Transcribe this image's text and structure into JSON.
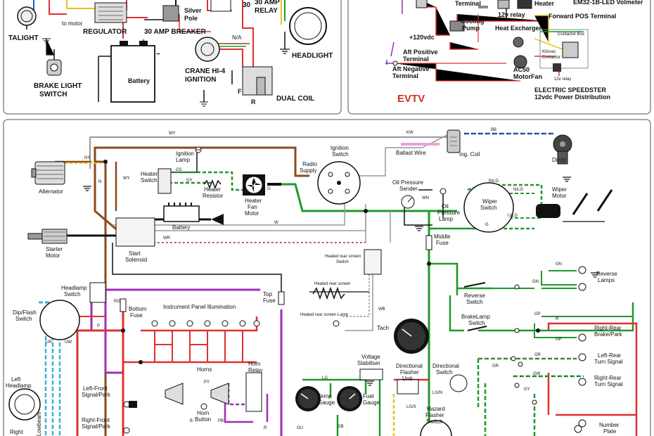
{
  "top_left": {
    "taillight": "TALIGHT",
    "to_motor": "to motor",
    "regulator": "REGULATOR",
    "breaker": "30 AMP BREAKER",
    "silver_pole": "Silver\nPole",
    "relay_30": "30",
    "relay": "30 AMP\nRELAY",
    "battery": "Battery",
    "plus": "+",
    "minus": "−",
    "headlight": "HEADLIGHT",
    "brake_light_switch": "BRAKE LIGHT\nSWITCH",
    "crane_ignition": "CRANE HI-4\nIGNITION",
    "dual_coil": "DUAL COIL",
    "na": "N/A",
    "f": "F",
    "r": "R"
  },
  "top_right": {
    "terminal": "Terminal",
    "heater": "Heater",
    "volmeter": "EM32-1B-LED Volmeter",
    "relay_12v": "12v relay",
    "forward_pos": "Forward POS Terminal",
    "cooling_pump": "Cooling\nPump",
    "heat_exchanger": "Heat Excharger",
    "contactor_box": "Contactor Box",
    "kilovac": "Kilovac\nContactor",
    "plus_120": "+120vdc",
    "aft_positive": "Aft Positive\nTerminal",
    "aft_negative": "Aft Negative\nTerminal",
    "ac50": "AC50\nMotorFan",
    "relay_12v_b": "12v relay",
    "evtv": "EVTV",
    "electric_speedster": "ELECTRIC SPEEDSTER\n12vdc Power Distribution"
  },
  "main": {
    "alternator": "Alternator",
    "ignition_lamp": "Ignition\nLamp",
    "heater_switch": "Heater\nSwitch",
    "heater_resistor": "Heater\nResistor",
    "heater_fan_motor": "Heater\nFan\nMotor",
    "battery": "Battery",
    "starter_motor": "Starter\nMotor",
    "start_solenoid": "Start\nSolenoid",
    "radio_supply": "Radio\nSupply",
    "ignition_switch": "Ignition\nSwitch",
    "ballast_wire": "Ballast Wire",
    "ign_coil": "Ing. Coil",
    "dizzy": "Dizzy",
    "oil_pressure_sender": "Oil Pressure\nSender",
    "oil_pressure_lamp": "Oil\nPressure\nLamp",
    "wiper_switch": "Wiper\nSwitch",
    "wiper_motor": "Wiper\nMotor",
    "middle_fuse": "Middle\nFuse",
    "heated_rear_screen_switch": "Heated rear screen\nSwitch",
    "heated_rear_screen": "Heated rear screen",
    "heated_rear_screen_lamp": "Heated rear screen Lamp",
    "tach": "Tach",
    "headlamp_switch": "Headlamp\nSwitch",
    "dip_flash_switch": "Dip/Flash\nSwitch",
    "bottom_fuse": "Bottom\nFuse",
    "instrument_panel_illumination": "Instrument Panel Illumination",
    "top_fuse": "Top\nFuse",
    "horns": "Horns",
    "horn_relay": "Horn\nRelay",
    "horn_button": "Horn\nButton",
    "left_headlamp": "Left\nHeadlamp",
    "right": "Right",
    "left_front_signal": "Left-Front\nSignal/Park",
    "right_front_signal": "Right-Front\nSignal/Park",
    "voltage_stabiliser": "Voltage\nStabiliser",
    "temp_gauge": "Temp\nGauge",
    "fuel_gauge": "Fuel\nGauge",
    "directional_flasher_unit": "Directional\nFlasher\nUnit",
    "directional_switch": "Directional\nSwitch",
    "hazard_flasher_switch": "Hazard\nFlasher\nSwitch",
    "reverse_switch": "Reverse\nSwitch",
    "reverse_lamps": "Reverse\nLamps",
    "brakelamp_switch": "BrakeLamp\nSwitch",
    "right_rear_brake_park": "Right-Rear\nBrake/Park",
    "left_rear_turn": "Left-Rear\nTurn Signal",
    "right_rear_turn": "Right-Rear\nTurn Signal",
    "number_plate": "Number\nPlate",
    "lowbeam": "Lowbeam"
  },
  "wire_codes": [
    "WY",
    "NY",
    "N",
    "WY",
    "GS",
    "GY",
    "G",
    "WR",
    "W",
    "KW",
    "BB",
    "WN",
    "R/LG",
    "N/LG",
    "U/LG",
    "G",
    "GN",
    "GN",
    "GP",
    "GP",
    "R",
    "GR",
    "GW",
    "GR",
    "GY",
    "LG",
    "LG/N",
    "LG/S",
    "PY",
    "PB",
    "B",
    "R",
    "RG",
    "P",
    "UR",
    "UW",
    "GU",
    "GB",
    "WB"
  ],
  "colors": {
    "red": "#e03030",
    "green": "#1e9a2c",
    "brown": "#8b4a1c",
    "purple": "#9b2fb5",
    "cyan": "#35b5d8",
    "black": "#111111",
    "yellow": "#e8c21a",
    "blue": "#2a5db0",
    "gray": "#9a9a9a"
  }
}
